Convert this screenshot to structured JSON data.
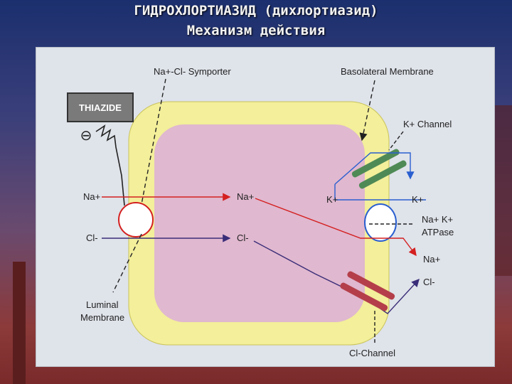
{
  "title": "ГИДРОХЛОРТИАЗИД (дихлортиазид)",
  "subtitle": "Механизм действия",
  "labels": {
    "symporter": "Na+-Cl- Symporter",
    "basolateral": "Basolateral Membrane",
    "thiazide": "THIAZIDE",
    "inhibit": "⊖",
    "k_channel": "K+ Channel",
    "na_out": "Na+",
    "na_in": "Na+",
    "cl_out": "Cl-",
    "cl_in": "Cl-",
    "k_in": "K+",
    "k_out": "K+",
    "atpase": "Na+ K+",
    "atpase2": "ATPase",
    "na_blood": "Na+",
    "cl_blood": "Cl-",
    "luminal1": "Luminal",
    "luminal2": "Membrane",
    "cl_channel": "Cl-Channel"
  },
  "colors": {
    "cell_outer": "#f3ef9a",
    "cell_inner": "#e0b8cf",
    "na_arrow": "#d42020",
    "cl_arrow": "#3a2d78",
    "k_arrow": "#2a5fd0",
    "k_channel": "#4f8a56",
    "cl_channel": "#b43f4a",
    "thiazide_box": "#7a7a7a"
  }
}
